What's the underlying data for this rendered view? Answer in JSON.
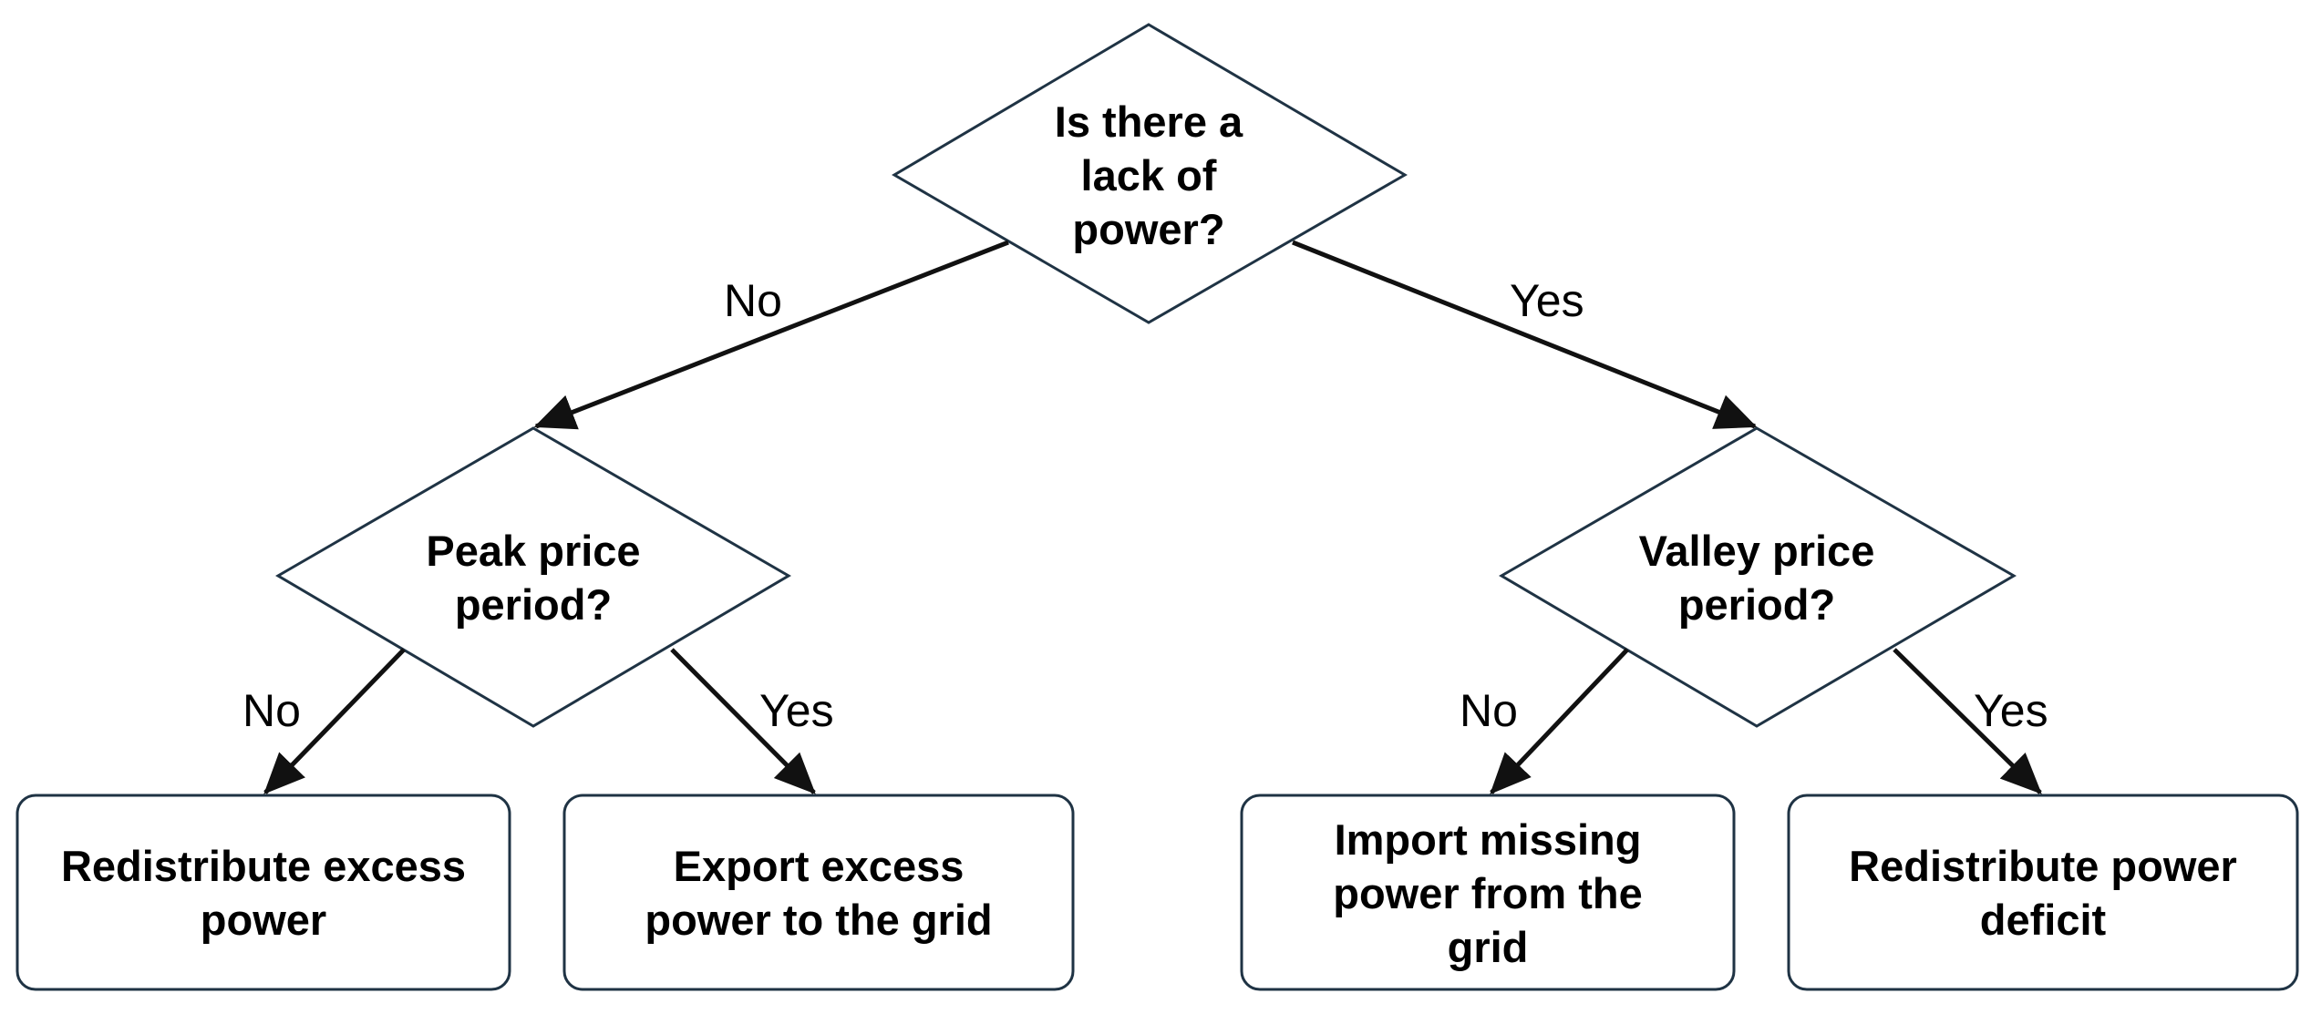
{
  "diagram": {
    "colors": {
      "node_stroke": "#1f3344",
      "arrow": "#111111",
      "text": "#000000",
      "background": "#ffffff"
    },
    "decisions": {
      "root": {
        "label": "Is there a\nlack of\npower?"
      },
      "peak": {
        "label": "Peak price\nperiod?"
      },
      "valley": {
        "label": "Valley price\nperiod?"
      }
    },
    "outcomes": {
      "redistribute_excess": {
        "label": "Redistribute excess\npower"
      },
      "export_excess": {
        "label": "Export excess\npower to the grid"
      },
      "import_missing": {
        "label": "Import missing\npower from the\ngrid"
      },
      "redistribute_deficit": {
        "label": "Redistribute power\ndeficit"
      }
    },
    "edges": {
      "root_no": {
        "label": "No"
      },
      "root_yes": {
        "label": "Yes"
      },
      "peak_no": {
        "label": "No"
      },
      "peak_yes": {
        "label": "Yes"
      },
      "valley_no": {
        "label": "No"
      },
      "valley_yes": {
        "label": "Yes"
      }
    }
  }
}
